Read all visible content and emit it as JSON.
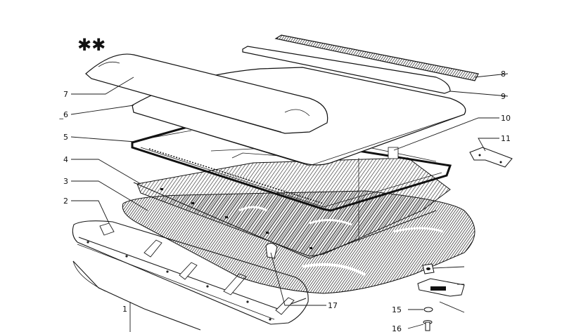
{
  "diagram": {
    "marks": [
      "✱✱"
    ],
    "callouts": [
      {
        "id": "c1",
        "label": "1"
      },
      {
        "id": "c2",
        "label": "2"
      },
      {
        "id": "c3",
        "label": "3"
      },
      {
        "id": "c4",
        "label": "4"
      },
      {
        "id": "c5",
        "label": "5"
      },
      {
        "id": "c6",
        "label": "_6"
      },
      {
        "id": "c7",
        "label": "7"
      },
      {
        "id": "c8",
        "label": "8"
      },
      {
        "id": "c9",
        "label": "9"
      },
      {
        "id": "c10",
        "label": "10"
      },
      {
        "id": "c11",
        "label": "11"
      },
      {
        "id": "c15",
        "label": "15"
      },
      {
        "id": "c16",
        "label": "16"
      },
      {
        "id": "c17",
        "label": "17"
      }
    ]
  }
}
